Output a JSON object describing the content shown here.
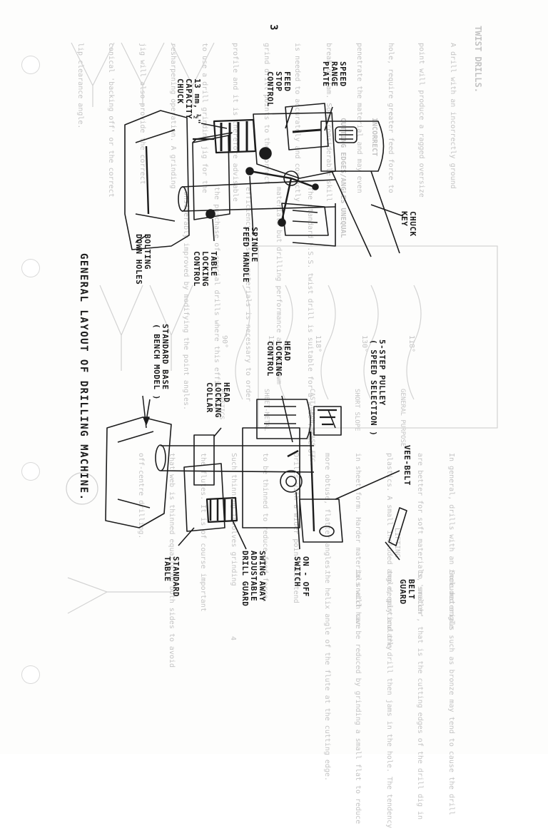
{
  "page_number": "3",
  "caption": "GENERAL LAYOUT OF DRILLING MACHINE.",
  "upper_drawing_labels": {
    "speed_range_plate": [
      "SPEED",
      "RANGE",
      "PLATE"
    ],
    "feed_stop_control": [
      "FEED",
      "STOP",
      "CONTROL"
    ],
    "chuck_capacity": [
      "13 mm, ½\"",
      "CAPACITY",
      "CHUCK"
    ],
    "chuck_key": [
      "CHUCK",
      "KEY"
    ],
    "spindle_feed_handle": [
      "SPINDLE",
      "FEED HANDLE"
    ],
    "table_locking_control": [
      "TABLE",
      "LOCKING",
      "CONTROL"
    ],
    "bolting_down_holes": [
      "BOLTING",
      "DOWN HOLES"
    ]
  },
  "lower_drawing_labels": {
    "pulley": [
      "5-STEP PULLEY",
      "( SPEED SELECTION )"
    ],
    "head_locking_control": [
      "HEAD",
      "LOCKING",
      "CONTROL"
    ],
    "head_locking_collar": [
      "HEAD",
      "LOCKING",
      "COLLAR"
    ],
    "standard_base": [
      "STANDARD BASE",
      "( BENCH MODEL )"
    ],
    "vee_belt": [
      "VEE-BELT"
    ],
    "belt_guard": [
      "BELT",
      "GUARD"
    ],
    "on_off_switch": [
      "ON - OFF",
      "SWITCH"
    ],
    "drill_guard": [
      "SWING AWAY",
      "ADJUSTABLE",
      "DRILL GUARD"
    ],
    "standard_table": [
      "STANDARD",
      "TABLE"
    ]
  },
  "show_through": {
    "heading": "TWIST DRILLS.",
    "paragraph_1": [
      "A drill with an incorrectly ground",
      "point will produce a ragged oversize",
      "hole, require greater feed force to",
      "penetrate the material and may even",
      "break or jam. Some considerable skill",
      "is needed to accurately and correctly",
      "grind drill points to the correct",
      "profile and it is therefore advisable",
      "to use a drill grinding jig for the",
      "resharpening operation. A grinding",
      "jig will also provide the correct",
      "conical 'backing off' or the correct",
      "lip clearance angle."
    ],
    "paragraph_2": [
      "The standard H.S.S. twist drill is suitable for a wide range of",
      "materials but drilling performance and maximum",
      "efficiency in some materials is necessary to order",
      "the purchase of special drills where this efficiency",
      "considerably improved by modifying the point angles."
    ],
    "angle_labels": [
      "118°",
      "130°",
      "118°",
      "130°",
      "90°"
    ],
    "type_labels": [
      "GENERAL PURPOSE",
      "SHORT SLOPE",
      "CAST IRON BRASS ETC.",
      "SHEET-METAL",
      "PLASTICS"
    ],
    "incorrect_label": [
      "INCORRECT",
      "CUTTING EDGES/ANGLES UNEQUAL"
    ],
    "paragraph_3": [
      "In general, drills with an included angle",
      "are better for soft materials, smaller",
      "plastics. A small included angle, particularly",
      "in sheet form. Harder materials will have",
      "more obtuse, flatter angles.",
      "Drills with a wider point will tend",
      "to be thinned to reduce feed force.",
      "Such thinning involves grinding",
      "the flutes. It is of course important",
      "that web is thinned equally on both sides to avoid",
      "off-centre drilling."
    ],
    "paragraph_4": [
      "Some materials such as bronze may tend to cause the drill",
      "to 'snatch', that is the cutting edges of the drill dig in",
      "too deeply and the drill then jams in the hole. The tendency",
      "to snatch can be reduced by grinding a small flat to reduce",
      "the helix angle of the flute at the cutting edge."
    ],
    "lifting_label": "LIFTING",
    "page_mark": "4"
  }
}
